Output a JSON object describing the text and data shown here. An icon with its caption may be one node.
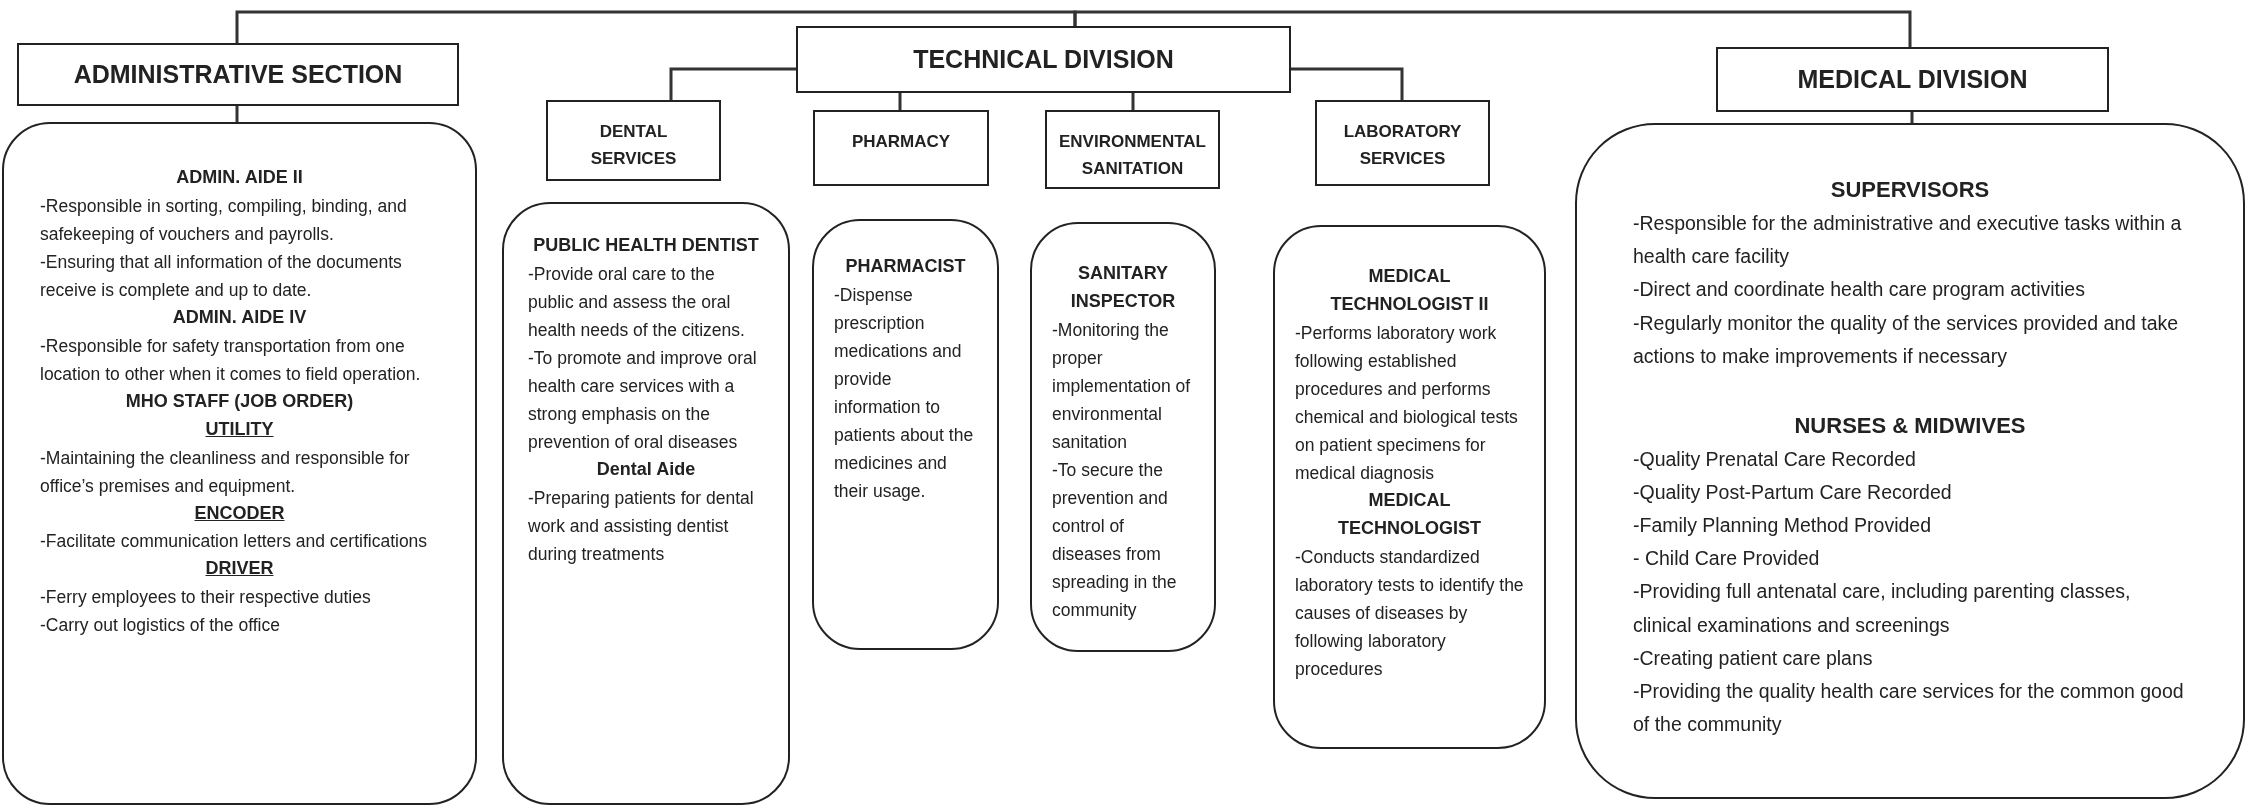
{
  "diagram": {
    "nodes": [
      {
        "text": [
          "ADMINISTRATIVE SECTION"
        ]
      },
      {
        "text": [
          "ADMIN. AIDE II",
          "-Responsible in sorting, compiling, binding, and safekeeping of vouchers and payrolls.",
          "-Ensuring that all information of the documents receive is complete and up to date.",
          "ADMIN. AIDE IV",
          "-Responsible for safety transportation from one location to other when it comes to field operation.",
          "MHO STAFF (JOB ORDER)",
          "UTILITY",
          "-Maintaining the cleanliness and responsible for office’s premises and equipment.",
          "ENCODER",
          "-Facilitate communication letters and certifications",
          "DRIVER",
          "-Ferry employees to their respective duties",
          "-Carry out logistics of the office"
        ]
      },
      {
        "text": [
          "TECHNICAL DIVISION"
        ]
      },
      {
        "text": [
          "DENTAL SERVICES"
        ]
      },
      {
        "text": [
          "PHARMACY"
        ]
      },
      {
        "text": [
          "ENVIRONMENTAL SANITATION"
        ]
      },
      {
        "text": [
          "LABORATORY SERVICES"
        ]
      },
      {
        "text": [
          "PUBLIC HEALTH DENTIST",
          "-Provide oral care to the public and assess the oral health needs of the citizens.",
          "-To promote and improve oral health care services with a strong emphasis on the prevention of oral diseases",
          "Dental Aide",
          "-Preparing patients for dental work and assisting dentist during treatments"
        ]
      },
      {
        "text": [
          "PHARMACIST",
          "-Dispense prescription medications and provide information to patients about the medicines and their usage."
        ]
      },
      {
        "text": [
          "SANITARY INSPECTOR",
          "-Monitoring the proper implementation of environmental sanitation",
          "-To secure the prevention and control of diseases from spreading in the community"
        ]
      },
      {
        "text": [
          "MEDICAL TECHNOLOGIST II",
          "-Performs laboratory work following established procedures and performs chemical and biological tests on patient specimens for medical diagnosis",
          "MEDICAL TECHNOLOGIST",
          "-Conducts standardized laboratory tests to identify the causes of diseases by following laboratory procedures"
        ]
      },
      {
        "text": [
          "MEDICAL DIVISION"
        ]
      },
      {
        "text": [
          "SUPERVISORS",
          "-Responsible for the administrative and executive tasks within a health care facility",
          "-Direct and coordinate health care program activities",
          "-Regularly monitor the quality of the services provided and take actions to make improvements if necessary",
          "NURSES & MIDWIVES",
          "-Quality Prenatal Care Recorded",
          "-Quality Post-Partum Care Recorded",
          "-Family Planning Method Provided",
          "- Child Care Provided",
          "-Providing full antenatal care, including parenting classes, clinical examinations and screenings",
          "-Creating patient care plans",
          "-Providing the quality health care services for the common good of the community"
        ]
      }
    ],
    "edges": [
      {
        "from": 0,
        "to": 2,
        "arrow": "none"
      },
      {
        "from": 2,
        "to": 11,
        "arrow": "none"
      },
      {
        "from": 0,
        "to": 1,
        "arrow": "none"
      },
      {
        "from": 2,
        "to": 3,
        "arrow": "none"
      },
      {
        "from": 2,
        "to": 4,
        "arrow": "none"
      },
      {
        "from": 2,
        "to": 5,
        "arrow": "none"
      },
      {
        "from": 2,
        "to": 6,
        "arrow": "none"
      },
      {
        "from": 11,
        "to": 12,
        "arrow": "none"
      }
    ]
  }
}
